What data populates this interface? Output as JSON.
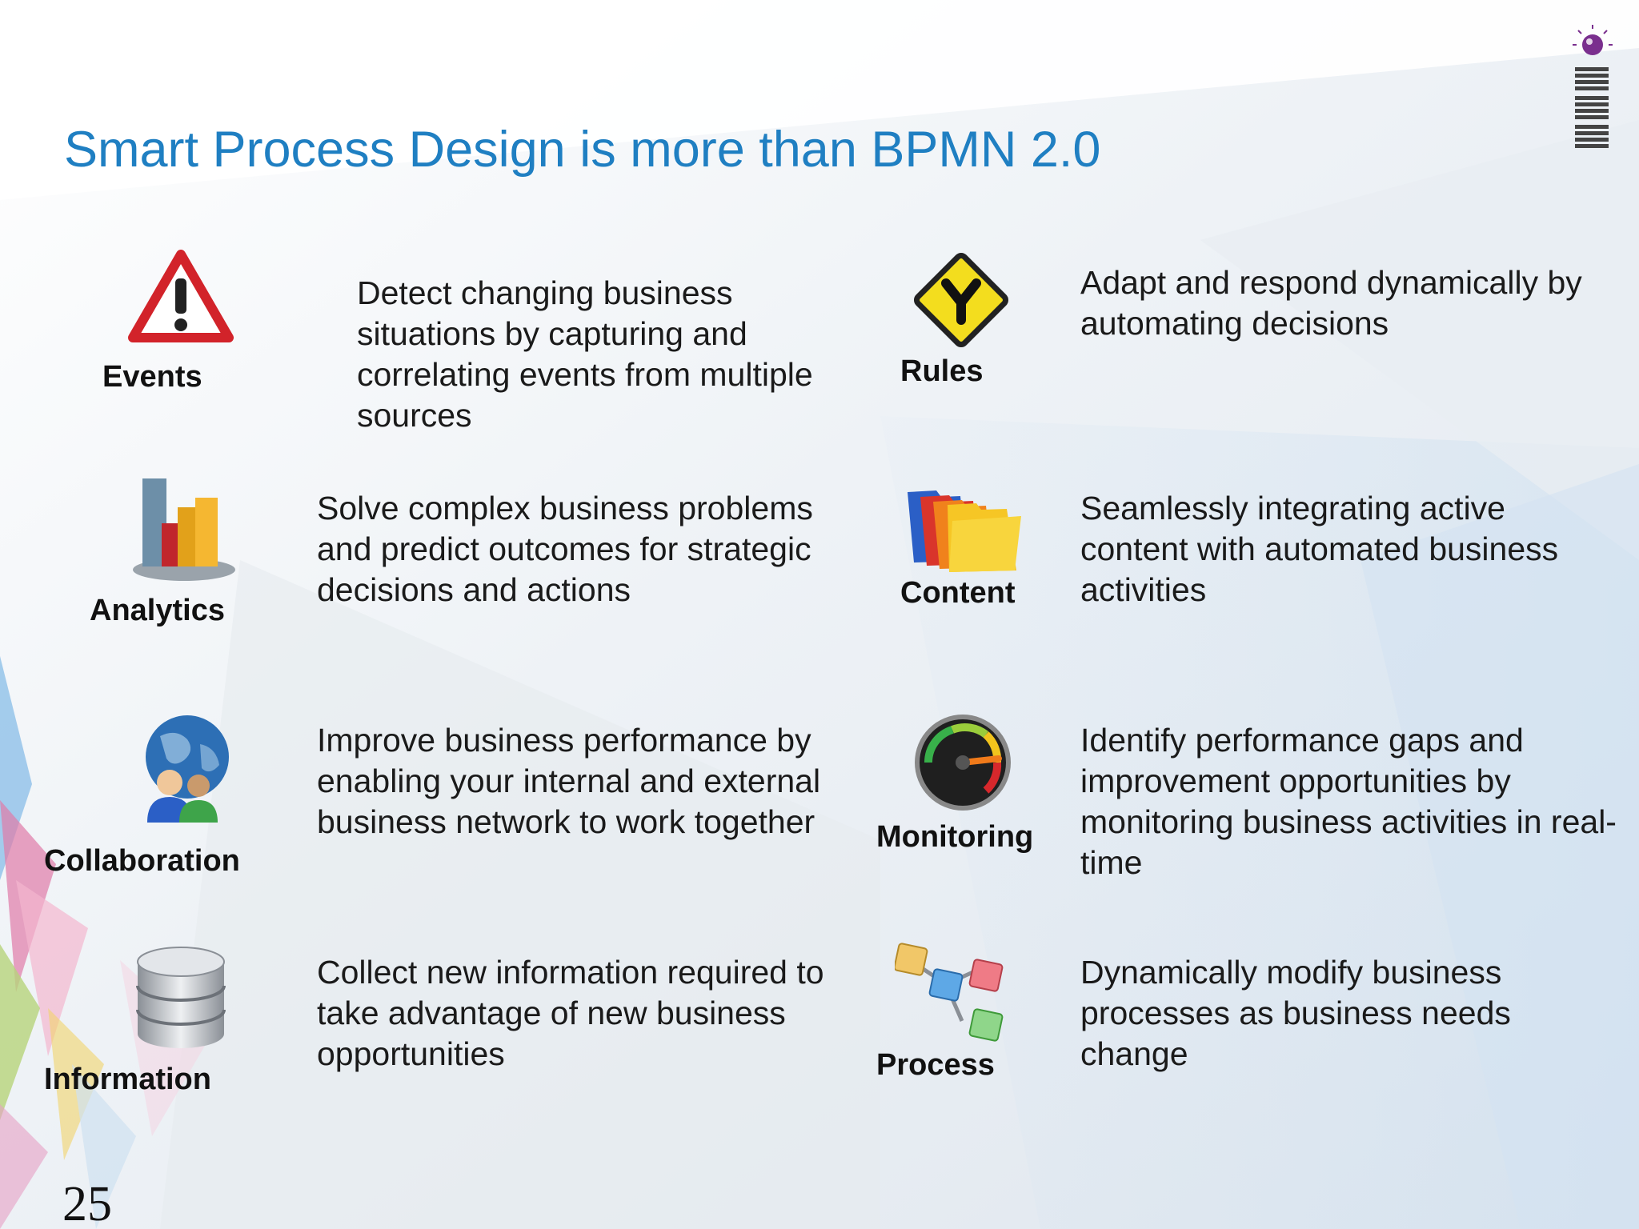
{
  "title": "Smart Process Design is more than BPMN 2.0",
  "logo": {
    "text": "IBM",
    "icon": "ibm-logo"
  },
  "page_number": "25",
  "items": [
    {
      "label": "Events",
      "icon": "warning-triangle-icon",
      "description": "Detect changing business situations by capturing and correlating events from multiple sources"
    },
    {
      "label": "Rules",
      "icon": "yield-sign-icon",
      "description": "Adapt and respond dynamically by automating decisions"
    },
    {
      "label": "Analytics",
      "icon": "bar-chart-icon",
      "description": "Solve complex business problems and predict outcomes for strategic decisions and actions"
    },
    {
      "label": "Content",
      "icon": "folders-icon",
      "description": "Seamlessly integrating active content with automated business activities"
    },
    {
      "label": "Collaboration",
      "icon": "globe-people-icon",
      "description": "Improve business performance by enabling your internal and external business network to work together"
    },
    {
      "label": "Monitoring",
      "icon": "gauge-icon",
      "description": "Identify performance gaps and improvement opportunities by monitoring business activities in real-time"
    },
    {
      "label": "Information",
      "icon": "database-icon",
      "description": "Collect new information required to take advantage of new business opportunities"
    },
    {
      "label": "Process",
      "icon": "process-flow-icon",
      "description": "Dynamically modify business processes as business needs change"
    }
  ],
  "colors": {
    "title": "#1f7fc2",
    "text": "#1a1a1a",
    "label": "#111111"
  }
}
